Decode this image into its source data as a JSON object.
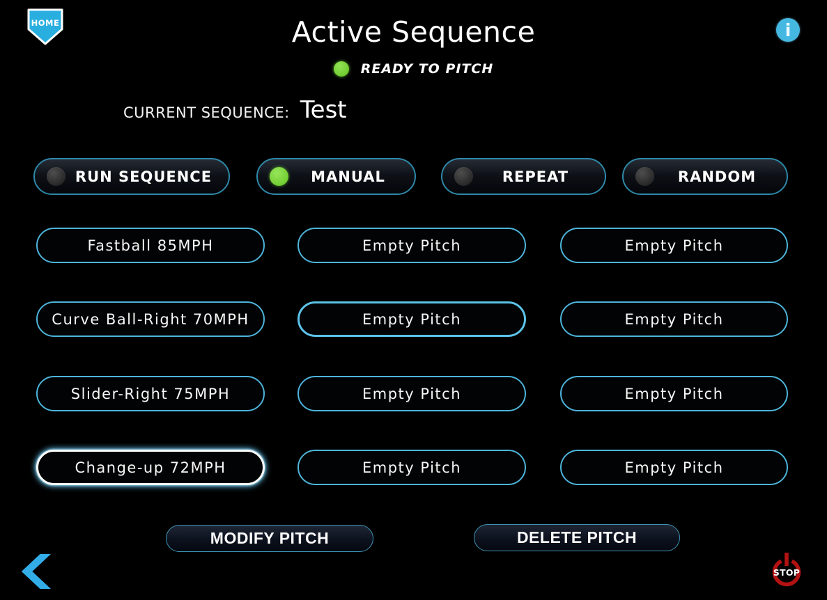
{
  "header": {
    "home_label": "HOME",
    "title": "Active Sequence",
    "info_glyph": "i"
  },
  "status": {
    "ready_text": "READY TO PITCH"
  },
  "sequence": {
    "label": "CURRENT SEQUENCE:",
    "name": "Test"
  },
  "modes": [
    {
      "label": "RUN SEQUENCE",
      "selected": false
    },
    {
      "label": "MANUAL",
      "selected": true
    },
    {
      "label": "REPEAT",
      "selected": false
    },
    {
      "label": "RANDOM",
      "selected": false
    }
  ],
  "pitch_grid": {
    "rows": [
      [
        "Fastball 85MPH",
        "Empty Pitch",
        "Empty Pitch"
      ],
      [
        "Curve Ball-Right 70MPH",
        "Empty Pitch",
        "Empty Pitch"
      ],
      [
        "Slider-Right 75MPH",
        "Empty Pitch",
        "Empty Pitch"
      ],
      [
        "Change-up 72MPH",
        "Empty Pitch",
        "Empty Pitch"
      ]
    ],
    "selected_pitch": "Change-up 72MPH"
  },
  "actions": {
    "modify_label": "MODIFY PITCH",
    "delete_label": "DELETE PITCH"
  },
  "footer": {
    "stop_label": "STOP"
  },
  "colors": {
    "accent_blue": "#45b4dc",
    "ready_green": "#79d83a",
    "stop_red": "#b31212",
    "selected_border": "#ffffff"
  }
}
